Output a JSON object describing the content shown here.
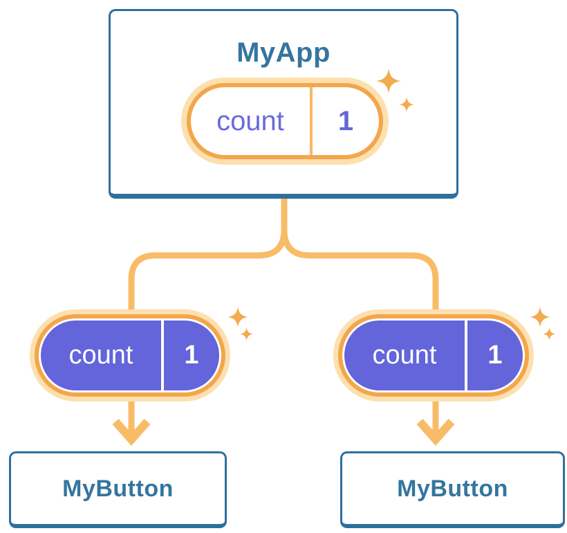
{
  "colors": {
    "card_border_blue": "#2E6F9E",
    "label_blue": "#35759E",
    "pill_purple": "#6464DB",
    "pill_text_purple": "#6A6ADF",
    "ring_orange": "#F3A64A",
    "halo_orange": "#FCE0AF",
    "divider_orange": "#F6B766",
    "connector_orange": "#F8BC68",
    "sparkle_orange": "#F2AB4E"
  },
  "tree": {
    "root": {
      "title": "MyApp",
      "state_pill": {
        "label": "count",
        "value": "1"
      }
    },
    "children": [
      {
        "title": "MyButton",
        "pill": {
          "label": "count",
          "value": "1"
        }
      },
      {
        "title": "MyButton",
        "pill": {
          "label": "count",
          "value": "1"
        }
      }
    ]
  }
}
